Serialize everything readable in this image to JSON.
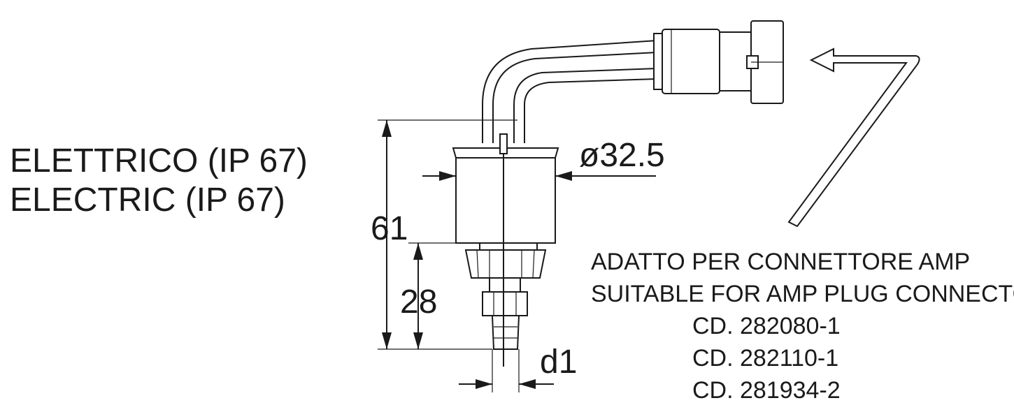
{
  "labels": {
    "type_it": "ELETTRICO (IP 67)",
    "type_en": "ELECTRIC (IP 67)"
  },
  "dimensions": {
    "diameter": "ø32.5",
    "total_height": "61",
    "lower_height": "28",
    "thread": "d1"
  },
  "connector_note": {
    "line_it": "ADATTO PER CONNETTORE AMP",
    "line_en": "SUITABLE FOR AMP PLUG CONNECTOR",
    "codes": [
      "CD. 282080-1",
      "CD. 282110-1",
      "CD. 281934-2"
    ]
  }
}
